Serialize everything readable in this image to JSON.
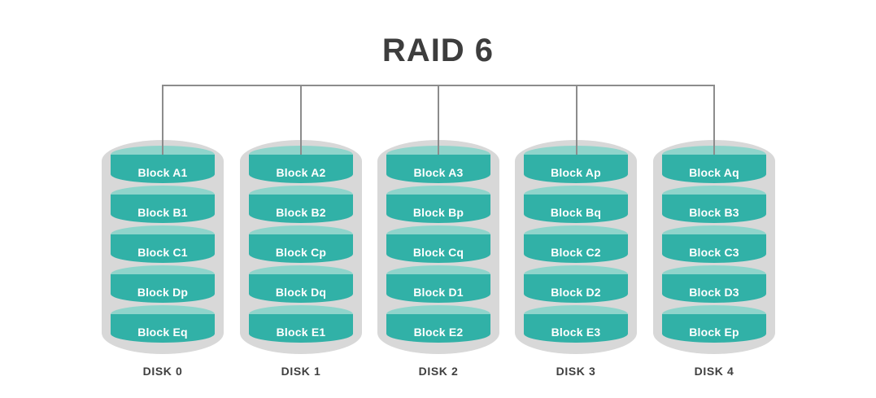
{
  "title": "RAID 6",
  "colors": {
    "cylinder_body": "#31b1a7",
    "cylinder_top": "#8fd4cb",
    "casing": "#d8d8d8",
    "connector": "#8c8c8c",
    "title_text": "#3d3d3d",
    "block_text": "#ffffff",
    "disk_label_text": "#3f3f3f"
  },
  "disks": [
    {
      "label": "DISK 0",
      "blocks": [
        "Block A1",
        "Block B1",
        "Block C1",
        "Block Dp",
        "Block Eq"
      ]
    },
    {
      "label": "DISK 1",
      "blocks": [
        "Block A2",
        "Block B2",
        "Block Cp",
        "Block Dq",
        "Block E1"
      ]
    },
    {
      "label": "DISK 2",
      "blocks": [
        "Block A3",
        "Block Bp",
        "Block Cq",
        "Block D1",
        "Block E2"
      ]
    },
    {
      "label": "DISK 3",
      "blocks": [
        "Block Ap",
        "Block Bq",
        "Block C2",
        "Block D2",
        "Block E3"
      ]
    },
    {
      "label": "DISK 4",
      "blocks": [
        "Block Aq",
        "Block B3",
        "Block C3",
        "Block D3",
        "Block Ep"
      ]
    }
  ]
}
